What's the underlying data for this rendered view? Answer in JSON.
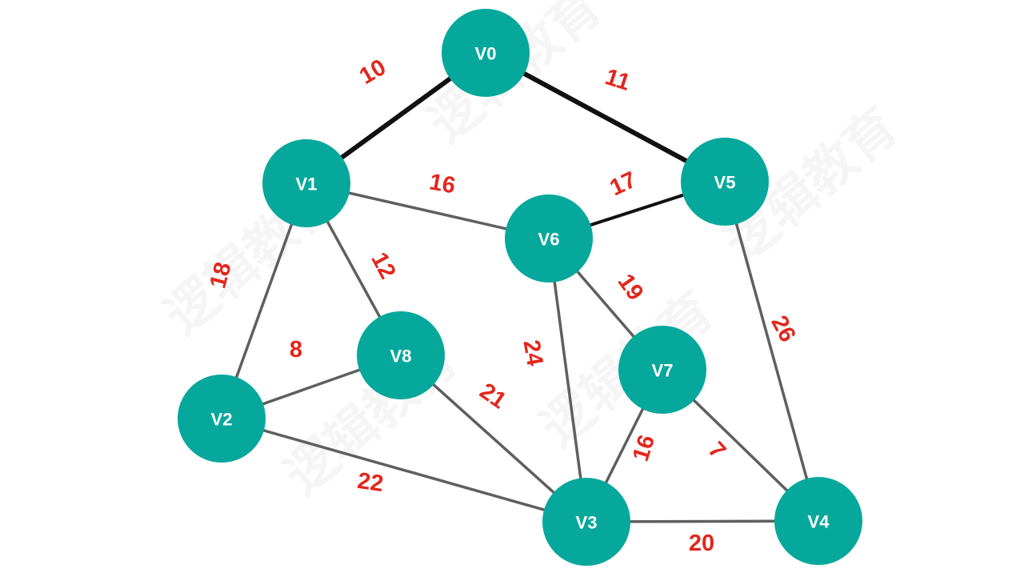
{
  "graph": {
    "node_color": "#06a89c",
    "edge_color": "#5f5f5f",
    "highlight_edge_color": "#111111",
    "weight_color": "#e3261c",
    "nodes": [
      {
        "id": "V0",
        "label": "V0"
      },
      {
        "id": "V1",
        "label": "V1"
      },
      {
        "id": "V2",
        "label": "V2"
      },
      {
        "id": "V3",
        "label": "V3"
      },
      {
        "id": "V4",
        "label": "V4"
      },
      {
        "id": "V5",
        "label": "V5"
      },
      {
        "id": "V6",
        "label": "V6"
      },
      {
        "id": "V7",
        "label": "V7"
      },
      {
        "id": "V8",
        "label": "V8"
      }
    ],
    "edges": [
      {
        "from": "V0",
        "to": "V1",
        "weight": "10",
        "style": "highlight"
      },
      {
        "from": "V0",
        "to": "V5",
        "weight": "11",
        "style": "highlight"
      },
      {
        "from": "V1",
        "to": "V6",
        "weight": "16",
        "style": "normal"
      },
      {
        "from": "V5",
        "to": "V6",
        "weight": "17",
        "style": "dark"
      },
      {
        "from": "V1",
        "to": "V2",
        "weight": "18",
        "style": "normal"
      },
      {
        "from": "V1",
        "to": "V8",
        "weight": "12",
        "style": "normal"
      },
      {
        "from": "V2",
        "to": "V8",
        "weight": "8",
        "style": "normal"
      },
      {
        "from": "V6",
        "to": "V7",
        "weight": "19",
        "style": "normal"
      },
      {
        "from": "V6",
        "to": "V3",
        "weight": "24",
        "style": "normal"
      },
      {
        "from": "V5",
        "to": "V4",
        "weight": "26",
        "style": "normal"
      },
      {
        "from": "V8",
        "to": "V3",
        "weight": "21",
        "style": "normal"
      },
      {
        "from": "V2",
        "to": "V3",
        "weight": "22",
        "style": "normal"
      },
      {
        "from": "V7",
        "to": "V3",
        "weight": "16",
        "style": "normal"
      },
      {
        "from": "V7",
        "to": "V4",
        "weight": "7",
        "style": "normal"
      },
      {
        "from": "V3",
        "to": "V4",
        "weight": "20",
        "style": "normal"
      }
    ]
  },
  "watermark": {
    "text": "逻辑教育"
  }
}
